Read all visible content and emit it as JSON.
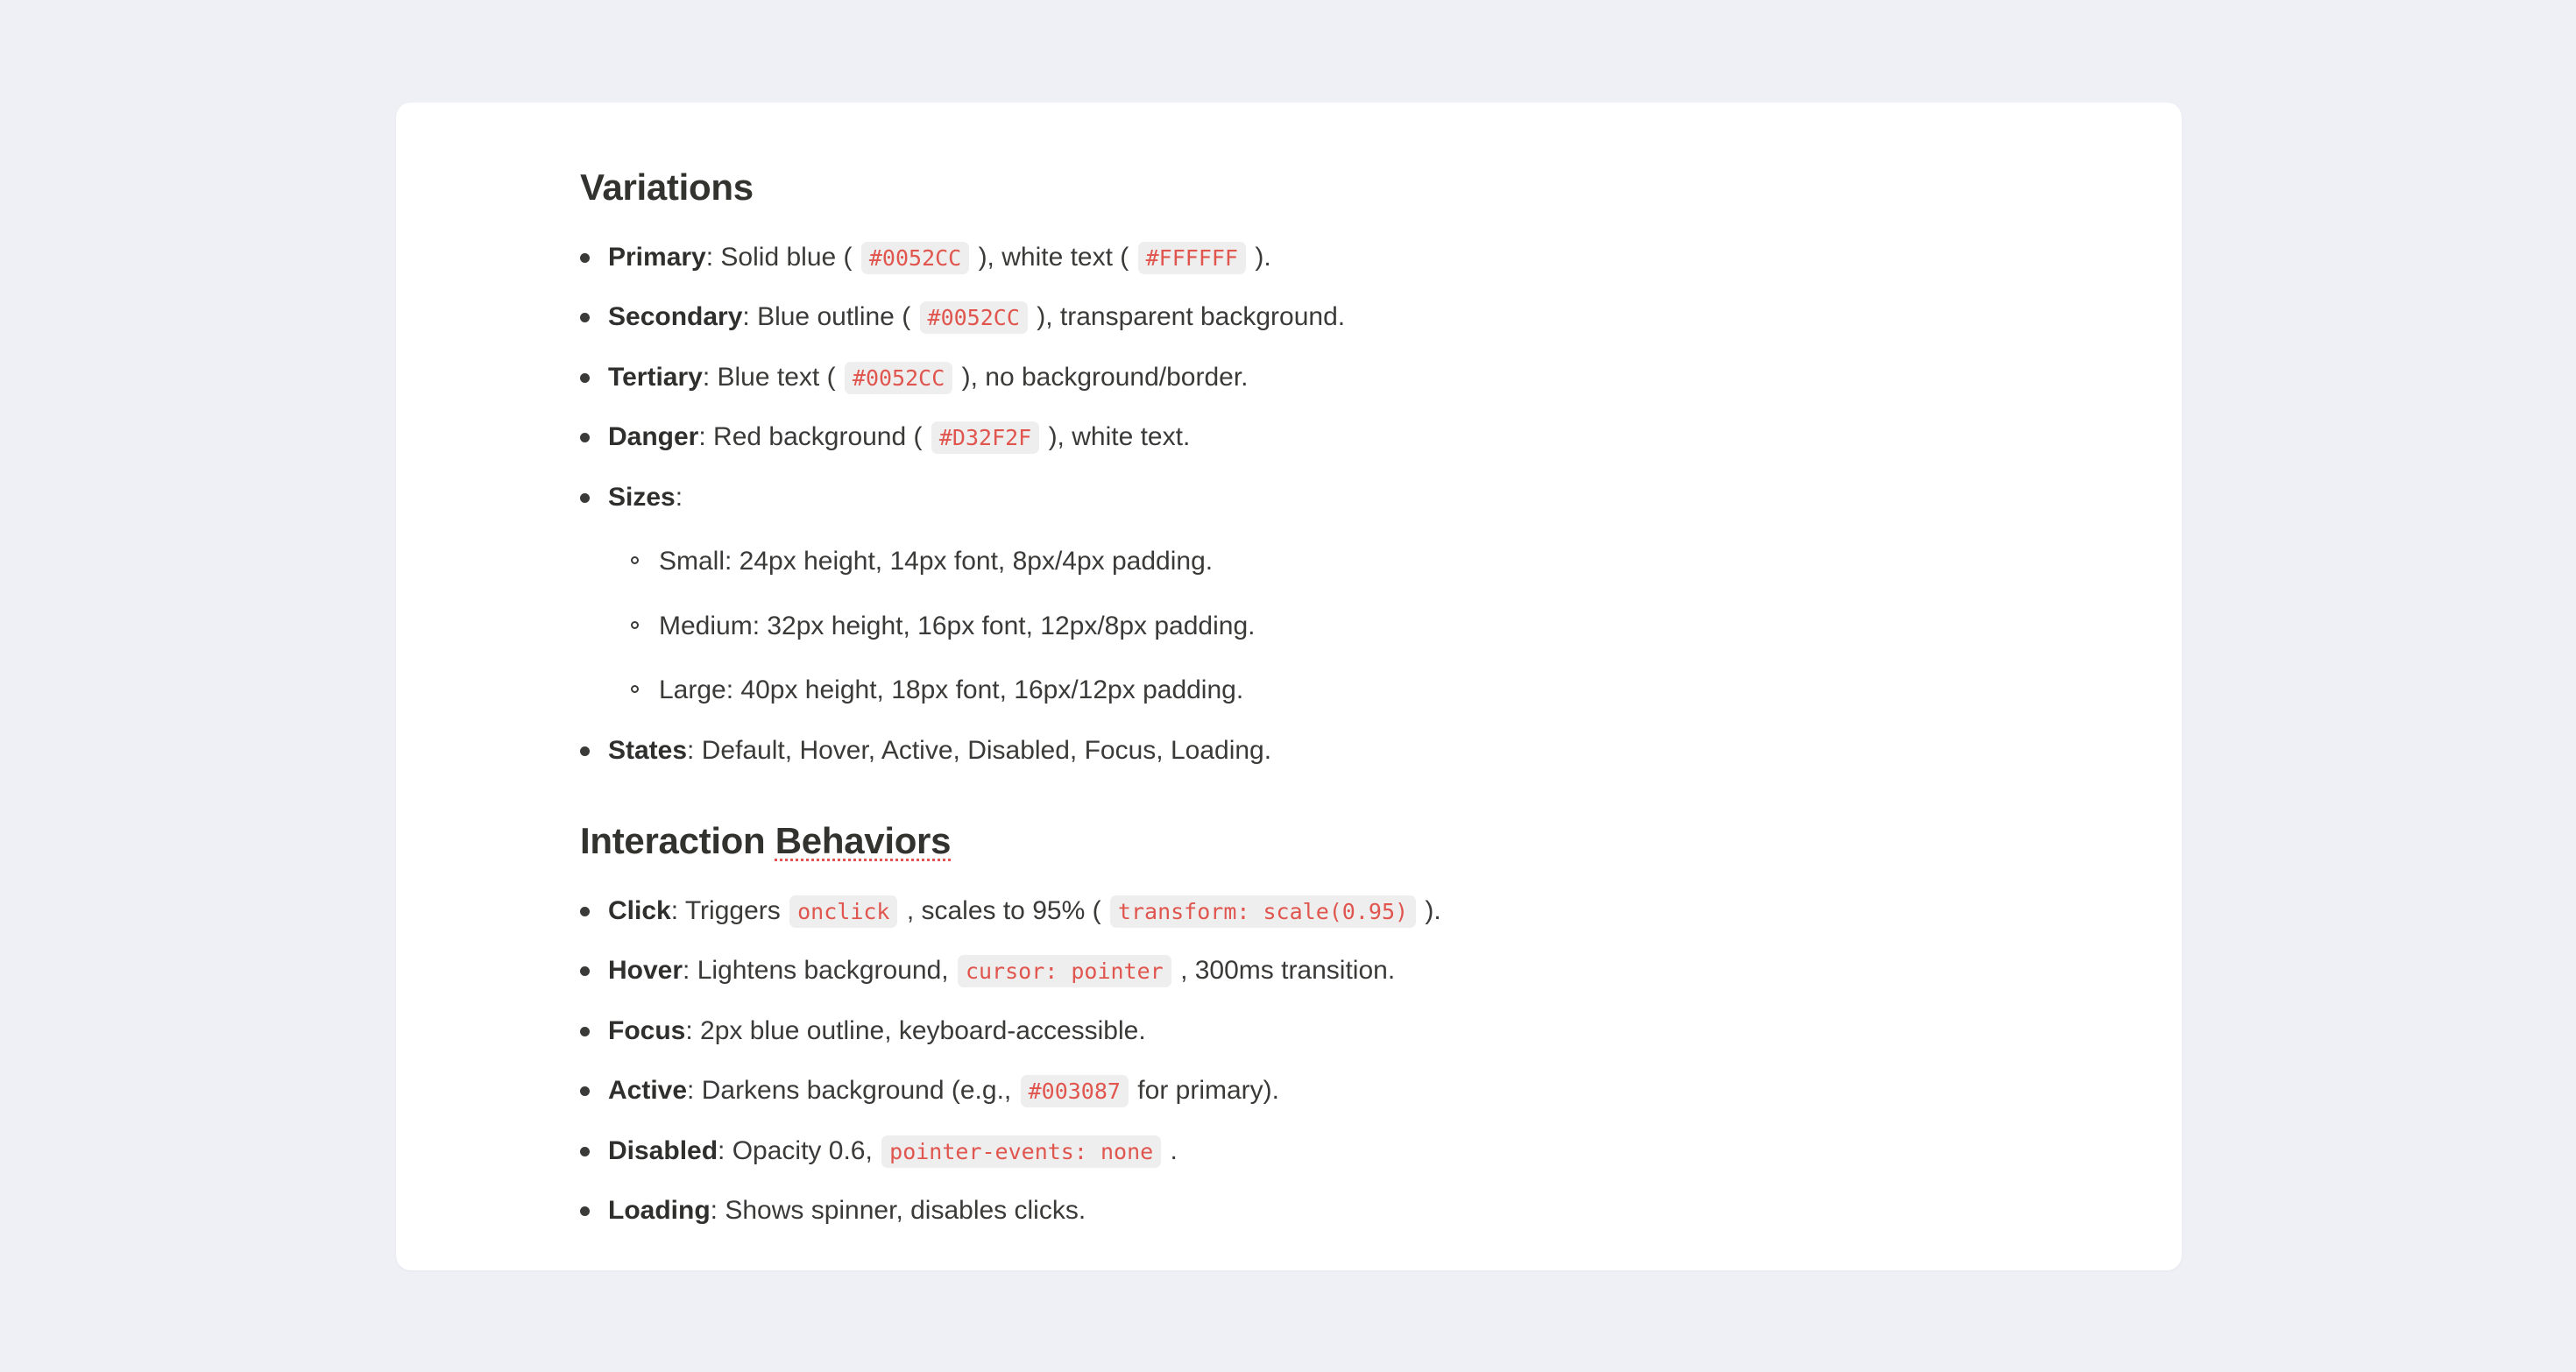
{
  "theme": {
    "page_background": "#EFF0F5",
    "card_background": "#FFFFFF",
    "heading_color": "#32322F",
    "body_color": "#3A3A38",
    "code_text_color": "#E0554E",
    "code_background": "#EEEEEE",
    "spellcheck_underline_color": "#E2564F"
  },
  "sections": [
    {
      "heading": "Variations",
      "heading_misspelled_part": "",
      "items": [
        {
          "label": "Primary",
          "parts": [
            {
              "type": "text",
              "value": ": Solid blue ("
            },
            {
              "type": "code",
              "value": "#0052CC"
            },
            {
              "type": "text",
              "value": "), white text ("
            },
            {
              "type": "code",
              "value": "#FFFFFF"
            },
            {
              "type": "text",
              "value": ")."
            }
          ]
        },
        {
          "label": "Secondary",
          "parts": [
            {
              "type": "text",
              "value": ": Blue outline ("
            },
            {
              "type": "code",
              "value": "#0052CC"
            },
            {
              "type": "text",
              "value": "), transparent background."
            }
          ]
        },
        {
          "label": "Tertiary",
          "parts": [
            {
              "type": "text",
              "value": ": Blue text ("
            },
            {
              "type": "code",
              "value": "#0052CC"
            },
            {
              "type": "text",
              "value": "), no background/border."
            }
          ]
        },
        {
          "label": "Danger",
          "parts": [
            {
              "type": "text",
              "value": ": Red background ("
            },
            {
              "type": "code",
              "value": "#D32F2F"
            },
            {
              "type": "text",
              "value": "), white text."
            }
          ]
        },
        {
          "label": "Sizes",
          "parts": [
            {
              "type": "text",
              "value": ":"
            }
          ],
          "sub_items": [
            "Small: 24px height, 14px font, 8px/4px padding.",
            "Medium: 32px height, 16px font, 12px/8px padding.",
            "Large: 40px height, 18px font, 16px/12px padding."
          ]
        },
        {
          "label": "States",
          "parts": [
            {
              "type": "text",
              "value": ": Default, Hover, Active, Disabled, Focus, Loading."
            }
          ]
        }
      ]
    },
    {
      "heading": "Interaction ",
      "heading_misspelled_part": "Behaviors",
      "items": [
        {
          "label": "Click",
          "parts": [
            {
              "type": "text",
              "value": ": Triggers"
            },
            {
              "type": "code",
              "value": "onclick"
            },
            {
              "type": "text",
              "value": ", scales to 95% ("
            },
            {
              "type": "code",
              "value": "transform: scale(0.95)"
            },
            {
              "type": "text",
              "value": ")."
            }
          ]
        },
        {
          "label": "Hover",
          "parts": [
            {
              "type": "text",
              "value": ": Lightens background,"
            },
            {
              "type": "code",
              "value": "cursor: pointer"
            },
            {
              "type": "text",
              "value": ", 300ms transition."
            }
          ]
        },
        {
          "label": "Focus",
          "parts": [
            {
              "type": "text",
              "value": ": 2px blue outline, keyboard-accessible."
            }
          ]
        },
        {
          "label": "Active",
          "parts": [
            {
              "type": "text",
              "value": ": Darkens background (e.g.,"
            },
            {
              "type": "code",
              "value": "#003087"
            },
            {
              "type": "text",
              "value": "for primary)."
            }
          ]
        },
        {
          "label": "Disabled",
          "parts": [
            {
              "type": "text",
              "value": ": Opacity 0.6,"
            },
            {
              "type": "code",
              "value": "pointer-events: none"
            },
            {
              "type": "text",
              "value": "."
            }
          ]
        },
        {
          "label": "Loading",
          "parts": [
            {
              "type": "text",
              "value": ": Shows spinner, disables clicks."
            }
          ]
        }
      ]
    }
  ]
}
